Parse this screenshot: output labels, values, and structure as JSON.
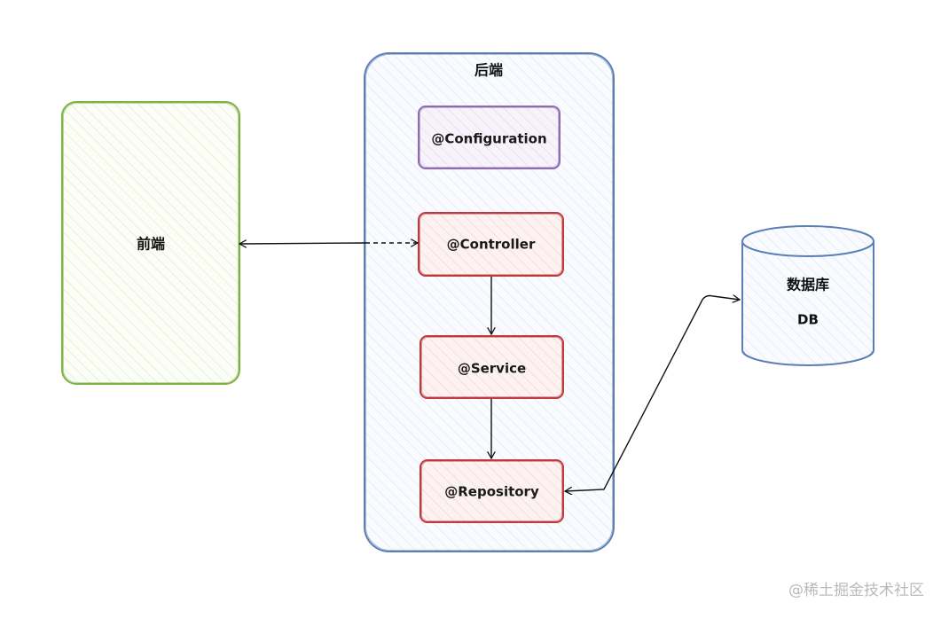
{
  "frontend": {
    "label": "前端",
    "color": "#7cb342"
  },
  "backend": {
    "label": "后端",
    "color": "#5b7fb5",
    "components": {
      "configuration": {
        "label": "@Configuration",
        "color": "#8e6bb5"
      },
      "controller": {
        "label": "@Controller",
        "color": "#c0393b"
      },
      "service": {
        "label": "@Service",
        "color": "#c0393b"
      },
      "repository": {
        "label": "@Repository",
        "color": "#c0393b"
      }
    }
  },
  "database": {
    "label": "数据库",
    "sublabel": "DB",
    "color": "#5b7fb5"
  },
  "watermark": "@稀土掘金技术社区"
}
